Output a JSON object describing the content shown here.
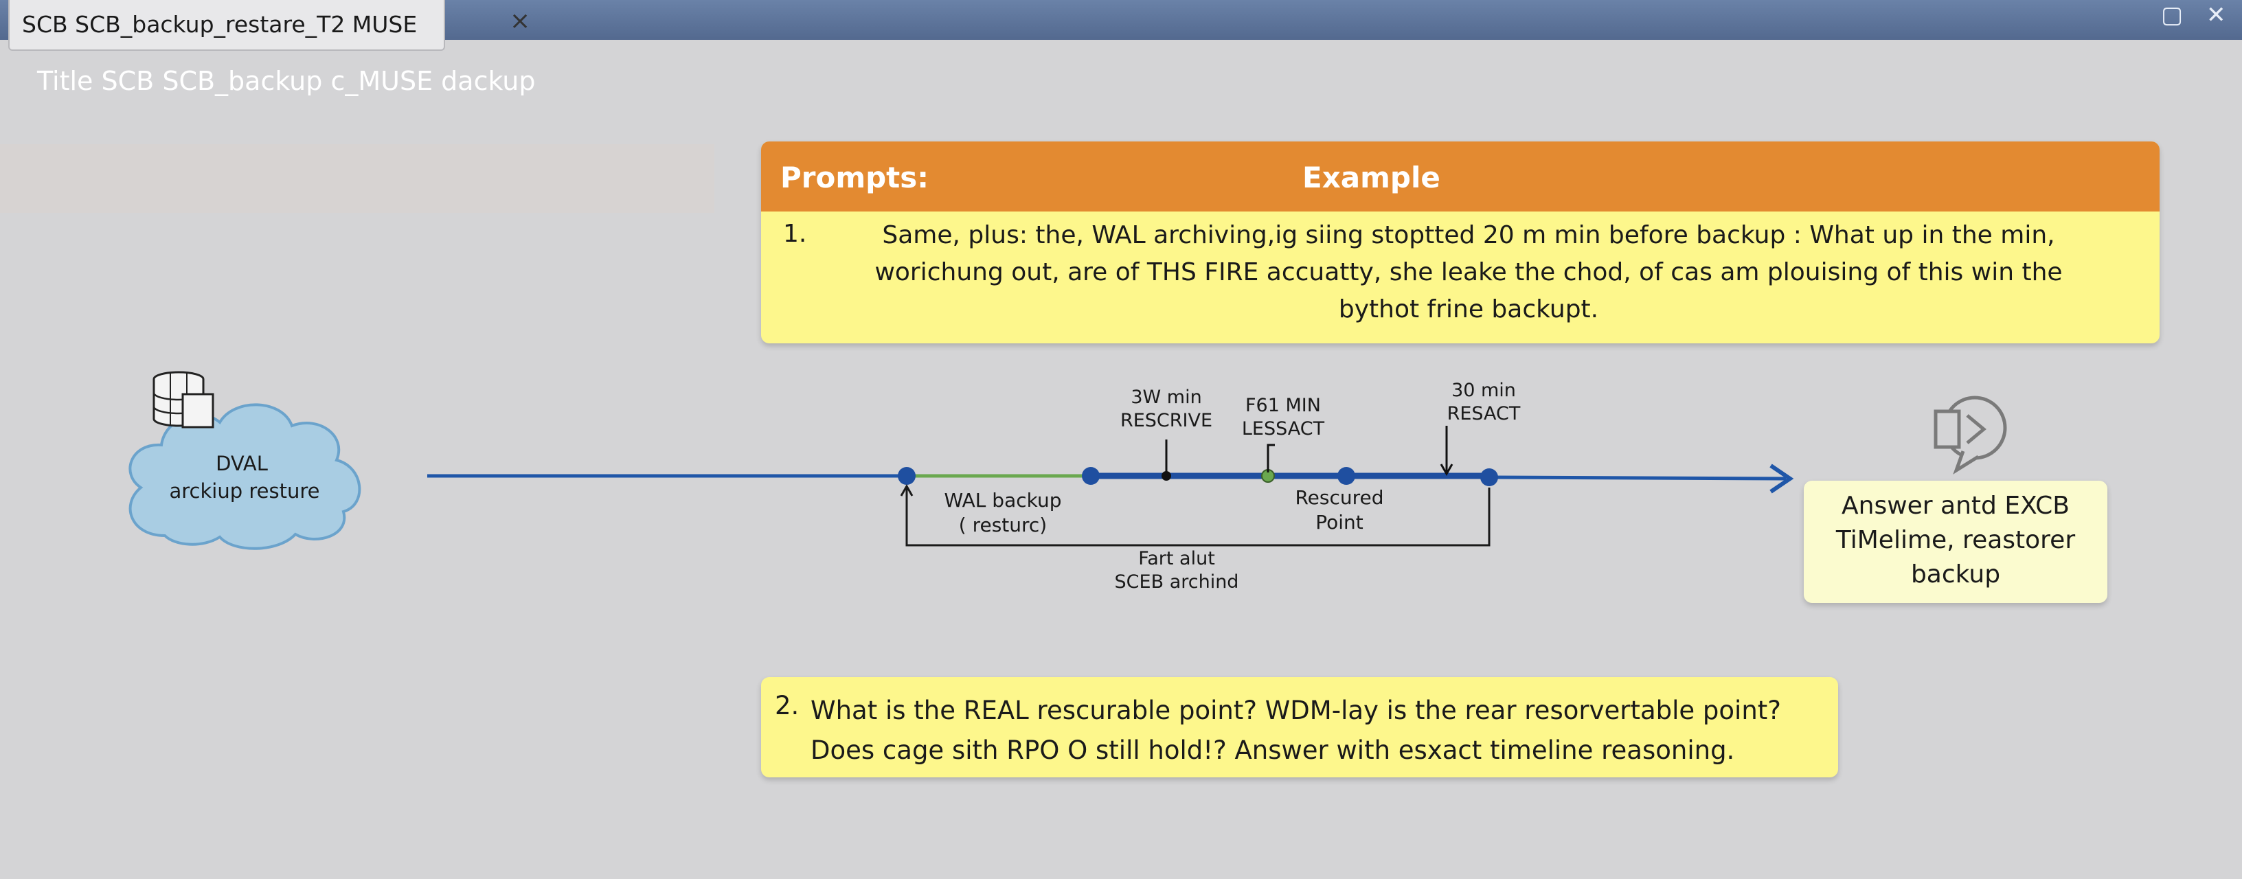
{
  "window": {
    "tab_title": "SCB SCB_backup_restare_T2 MUSE",
    "close_glyph": "×",
    "maximize_glyph": "▢",
    "window_close_glyph": "✕"
  },
  "page": {
    "title": "Title SCB SCB_backup c_MUSE dackup"
  },
  "prompt_panel": {
    "header_label": "Prompts:",
    "header_example": "Example",
    "item_number": "1.",
    "item_text": "Same, plus: the, WAL archiving,ig siing stoptted 20 m min before backup : What up in the min,\nworichung out, are of THS FIRE accuatty, she leake the chod, of cas am plouising of this win the\nbythot frine backupt."
  },
  "cloud": {
    "label_line1": "DVAL",
    "label_line2": "arckiup resture",
    "icon": "database-icon"
  },
  "timeline": {
    "label_3w": "3W min\nRESCRIVE",
    "label_f61": "F61 MIN\nLESSACT",
    "label_30": "30 min\nRESACT",
    "label_wal": "WAL backup\n( resturc)",
    "label_rescured": "Rescured\nPoint",
    "label_fart": "Fart alut\nSCEB archind",
    "colors": {
      "main": "#1f56a8",
      "green": "#6aa84f",
      "bracket": "#1a1a1a"
    }
  },
  "answer": {
    "text": "Answer antd EXCB\nTiMelime, reastorer\nbackup",
    "icon": "speech-refresh-icon"
  },
  "question2": {
    "number": "2.",
    "text": "What is the REAL rescurable point? WDM-lay is the rear resorvertable point?\nDoes cage sith RPO O still hold!? Answer with esxact timeline reasoning."
  }
}
